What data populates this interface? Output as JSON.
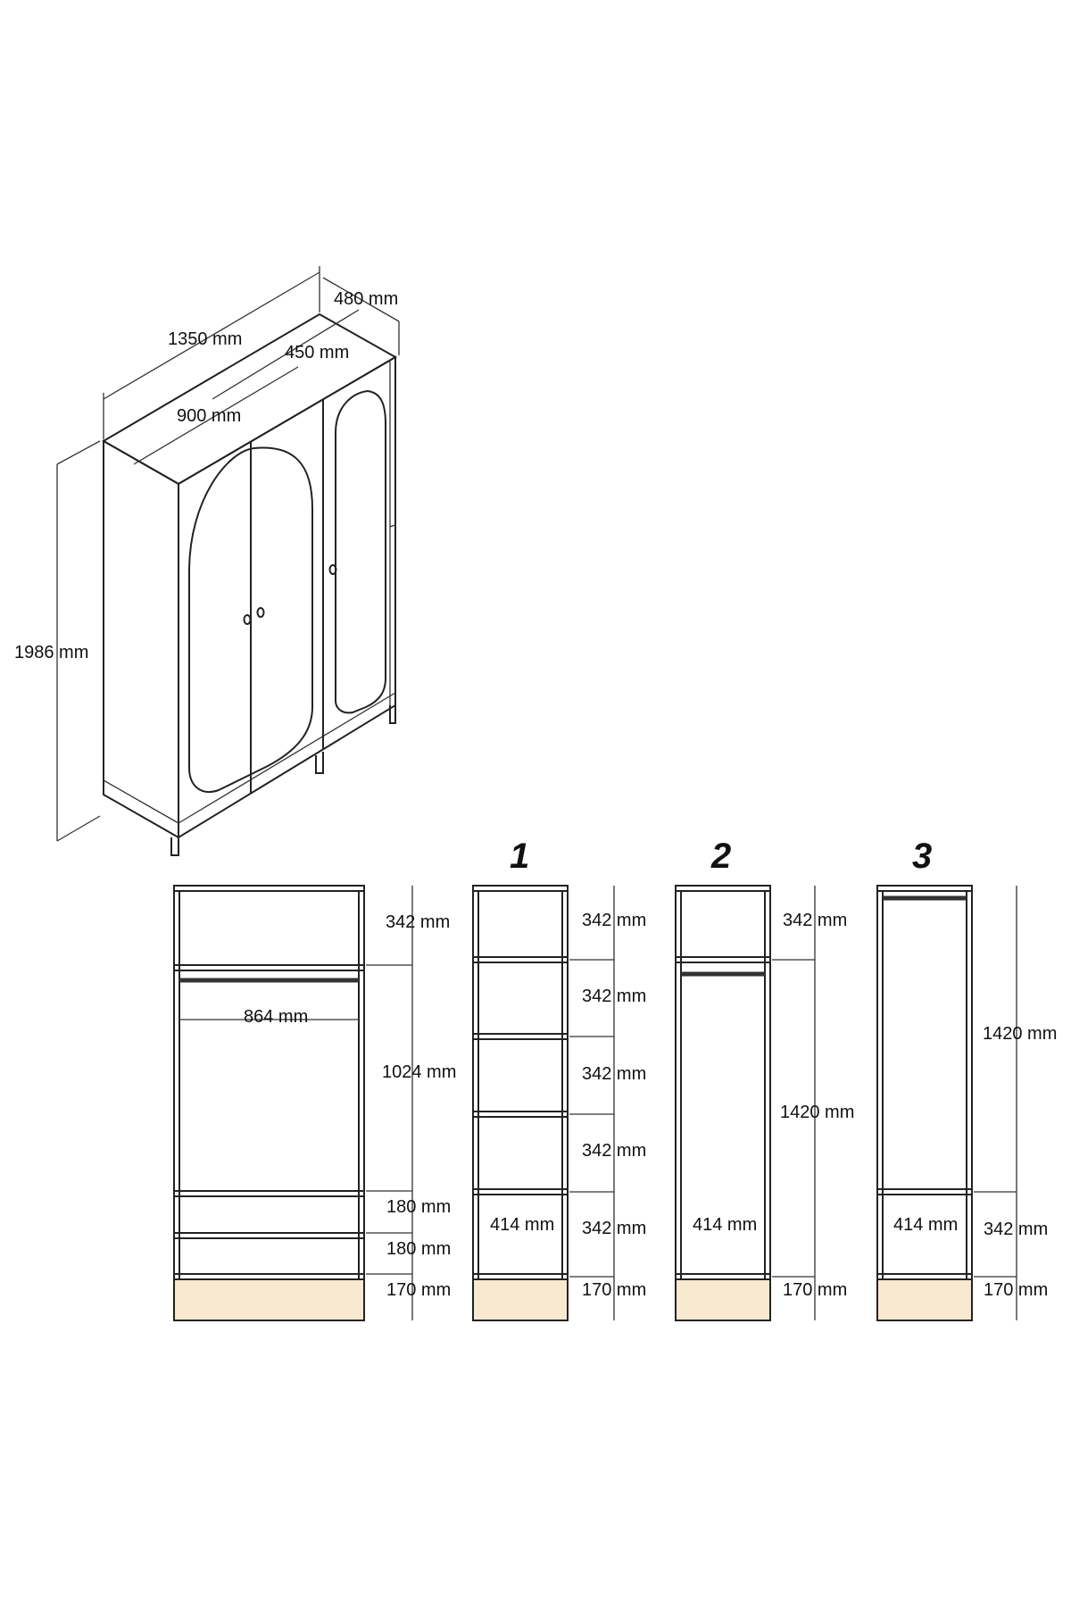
{
  "colors": {
    "panel": "#f8e8d0",
    "line": "#222222",
    "background": "#ffffff"
  },
  "iso": {
    "width": "1350 mm",
    "depth": "480 mm",
    "inner_depth": "450 mm",
    "module_width": "900 mm",
    "height": "1986 mm"
  },
  "modules": {
    "m1": {
      "label": "1"
    },
    "m2": {
      "label": "2"
    },
    "m3": {
      "label": "3"
    }
  },
  "front": {
    "wardrobe": {
      "top": "342 mm",
      "hanging": "1024 mm",
      "drawer1": "180 mm",
      "drawer2": "180 mm",
      "base": "170 mm",
      "rod_width": "864 mm"
    },
    "m1": {
      "s1": "342 mm",
      "s2": "342 mm",
      "s3": "342 mm",
      "s4": "342 mm",
      "s5": "342 mm",
      "width": "414 mm",
      "base": "170 mm"
    },
    "m2": {
      "top": "342 mm",
      "hanging": "1420 mm",
      "width": "414 mm",
      "base": "170 mm"
    },
    "m3": {
      "hanging": "1420 mm",
      "bottom": "342 mm",
      "width": "414 mm",
      "base": "170 mm"
    }
  }
}
